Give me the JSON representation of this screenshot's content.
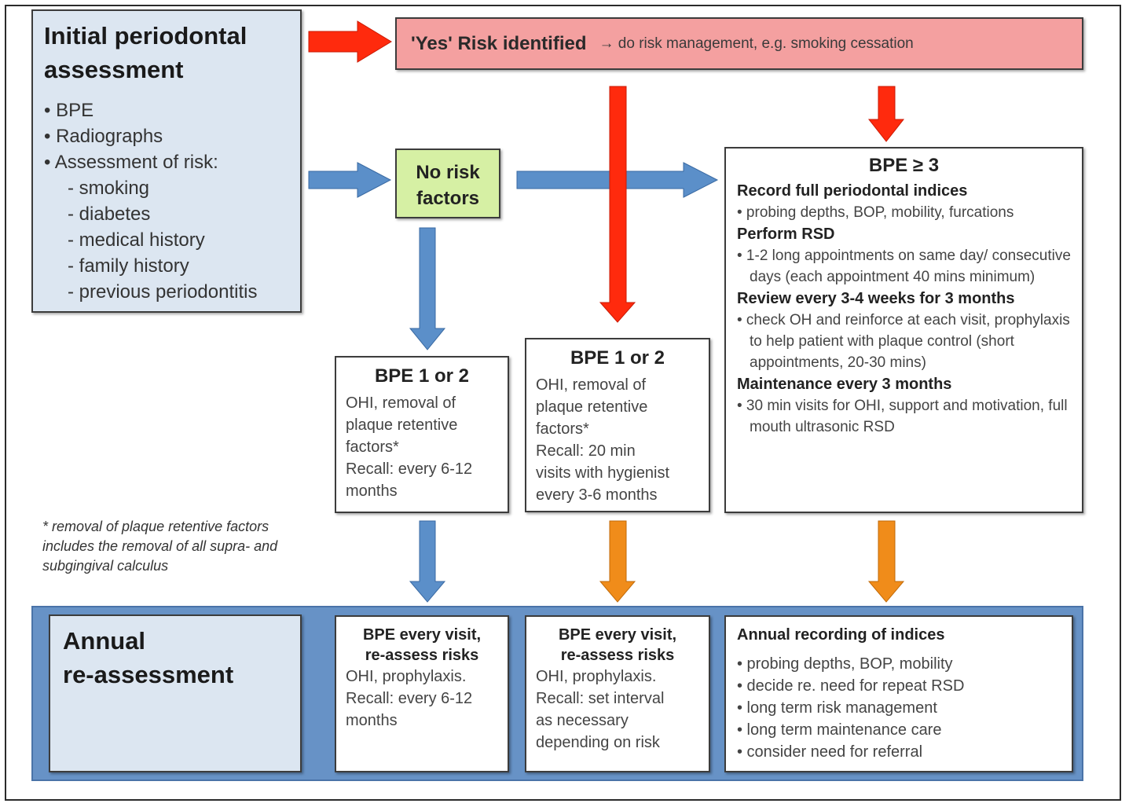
{
  "initial": {
    "title_line1": "Initial periodontal",
    "title_line2": "assessment",
    "items": [
      "• BPE",
      "• Radiographs",
      "• Assessment of risk:"
    ],
    "risk_items": [
      "- smoking",
      "- diabetes",
      "- medical history",
      "- family history",
      "- previous periodontitis"
    ]
  },
  "risk_bar": {
    "strong": "'Yes' Risk identified",
    "rest": "→ do risk management, e.g. smoking cessation"
  },
  "no_risk": {
    "line1": "No risk",
    "line2": "factors"
  },
  "bpe12_a": {
    "title": "BPE 1 or 2",
    "lines": [
      "OHI, removal of",
      "plaque retentive",
      "factors*",
      "Recall: every 6-12",
      "months"
    ]
  },
  "bpe12_b": {
    "title": "BPE 1 or 2",
    "lines": [
      "OHI, removal of",
      "plaque retentive",
      "factors*",
      "Recall:  20 min",
      "visits with hygienist",
      "every 3-6 months"
    ]
  },
  "bpe3": {
    "title": "BPE ≥ 3",
    "sections": [
      {
        "heading": "Record full periodontal indices",
        "items": [
          "• probing depths, BOP, mobility, furcations"
        ]
      },
      {
        "heading": "Perform RSD",
        "items": [
          "• 1-2  long appointments on same day/ consecutive days (each appointment 40 mins minimum)"
        ]
      },
      {
        "heading": "Review every 3-4 weeks for 3 months",
        "items": [
          "• check OH and reinforce at each visit, prophylaxis to help patient with plaque control (short appointments, 20-30 mins)"
        ]
      },
      {
        "heading": "Maintenance every 3 months",
        "items": [
          "• 30 min visits for OHI, support and motivation, full mouth ultrasonic RSD"
        ]
      }
    ]
  },
  "footnote": "* removal of plaque retentive factors includes the removal of all supra- and subgingival calculus",
  "annual": {
    "title_line1": "Annual",
    "title_line2": "re-assessment"
  },
  "ann_a": {
    "title_line1": "BPE every visit,",
    "title_line2": "re-assess risks",
    "lines": [
      "OHI, prophylaxis.",
      "Recall: every 6-12",
      "months"
    ]
  },
  "ann_b": {
    "title_line1": "BPE every visit,",
    "title_line2": "re-assess risks",
    "lines": [
      "OHI, prophylaxis.",
      "Recall: set interval",
      "as necessary",
      "depending on risk"
    ]
  },
  "ann_c": {
    "title": "Annual recording of indices",
    "items": [
      "• probing depths, BOP, mobility",
      "• decide re. need for repeat RSD",
      "• long term risk management",
      "• long term maintenance care",
      "• consider need for referral"
    ]
  },
  "colors": {
    "red_arrow": "#ff2a0d",
    "blue_arrow": "#5b8fc9",
    "orange_arrow": "#f08c1a"
  }
}
